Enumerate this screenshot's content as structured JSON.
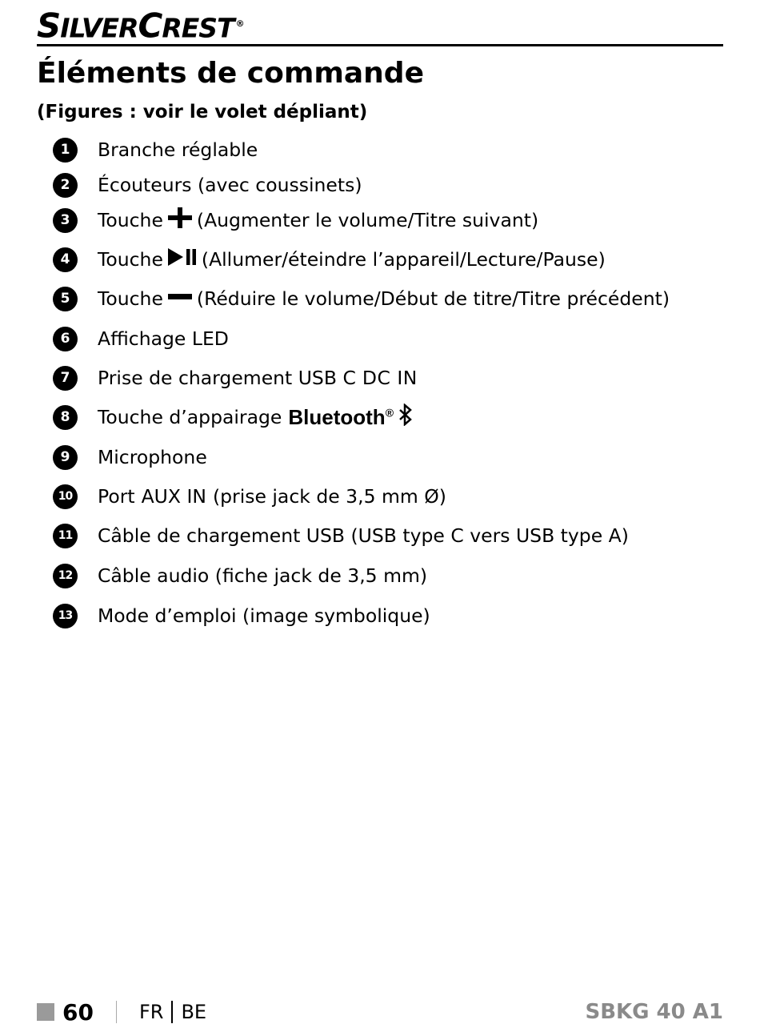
{
  "header": {
    "brand_part1_big": "S",
    "brand_part1_rest": "ILVER",
    "brand_part2_big": "C",
    "brand_part2_rest": "REST",
    "brand_reg": "®"
  },
  "title": "Éléments de commande",
  "subtitle": "(Figures : voir le volet dépliant)",
  "items": [
    {
      "number": "1",
      "text": "Branche réglable"
    },
    {
      "number": "2",
      "text": "Écouteurs (avec coussinets)"
    },
    {
      "number": "3",
      "pre": "Touche",
      "icon": "plus-icon",
      "post": "(Augmenter le volume/Titre suivant)"
    },
    {
      "number": "4",
      "pre": "Touche",
      "icon": "play-pause-icon",
      "post": "(Allumer/éteindre l’appareil/Lecture/Pause)"
    },
    {
      "number": "5",
      "pre": "Touche",
      "icon": "minus-icon",
      "post": "(Réduire le volume/Début de titre/Titre précédent)"
    },
    {
      "number": "6",
      "text": "Affichage LED"
    },
    {
      "number": "7",
      "pre": "Prise de chargement USB C",
      "bold": "DC IN"
    },
    {
      "number": "8",
      "pre": "Touche d’appairage",
      "brand": "Bluetooth",
      "reg": "®",
      "icon": "bluetooth-icon"
    },
    {
      "number": "9",
      "text": "Microphone"
    },
    {
      "number": "10",
      "pre": "Port",
      "bold": "AUX IN",
      "post": "(prise jack de 3,5 mm Ø)"
    },
    {
      "number": "11",
      "text": "Câble de chargement USB (USB type C vers USB type A)"
    },
    {
      "number": "12",
      "text": "Câble audio (fiche jack de 3,5 mm)"
    },
    {
      "number": "13",
      "text": "Mode d’emploi (image symbolique)"
    }
  ],
  "footer": {
    "page_number": "60",
    "lang1": "FR",
    "lang2": "BE",
    "model": "SBKG 40 A1"
  }
}
